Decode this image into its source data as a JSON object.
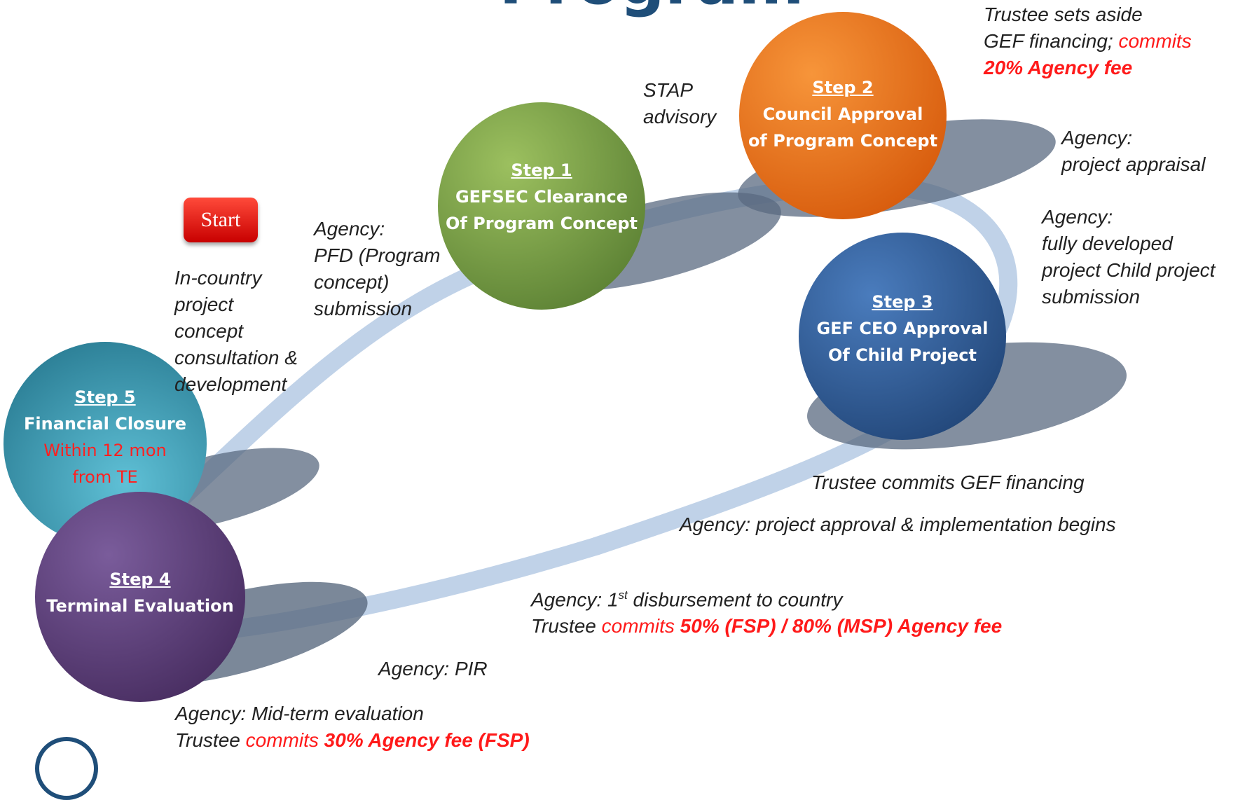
{
  "title": "Program",
  "start_label": "Start",
  "steps": [
    {
      "heading": "Step 1",
      "lines": [
        "GEFSEC Clearance",
        "Of Program Concept"
      ],
      "color": "#7aa14a"
    },
    {
      "heading": "Step 2",
      "lines": [
        "Council Approval",
        "of Program Concept"
      ],
      "color": "#e9731f"
    },
    {
      "heading": "Step 3",
      "lines": [
        "GEF CEO Approval",
        "Of Child Project"
      ],
      "color": "#2f5d9a"
    },
    {
      "heading": "Step 4",
      "lines": [
        "Terminal Evaluation"
      ],
      "color": "#5c3f7a"
    },
    {
      "heading": "Step 5",
      "lines": [
        "Financial Closure"
      ],
      "red_lines": [
        "Within 12 mon",
        "from TE"
      ],
      "color": "#3a9ab2"
    }
  ],
  "annotations": {
    "trustee_sets_aside": {
      "l1": "Trustee sets aside",
      "l2a": "GEF financing; ",
      "l2b": "commits",
      "l3": "20% Agency fee"
    },
    "stap": [
      "STAP",
      "advisory"
    ],
    "appraisal": [
      "Agency:",
      "project appraisal"
    ],
    "child_submission": [
      "Agency:",
      "fully developed",
      "project Child project",
      "submission"
    ],
    "pfd": [
      "Agency:",
      "PFD (Program",
      "concept)",
      "submission"
    ],
    "in_country": [
      "In-country",
      "project",
      "concept",
      "consultation &",
      "development"
    ],
    "trustee_commits_financing": "Trustee commits GEF financing",
    "approval_begins": "Agency: project approval & implementation begins",
    "disbursement": {
      "a": "Agency: 1",
      "sup": "st",
      "b": " disbursement to country",
      "c": "Trustee ",
      "d": "commits ",
      "e": "50% (FSP) / 80% (MSP) Agency fee"
    },
    "pir": "Agency: PIR",
    "midterm": {
      "a": "Agency: Mid-term evaluation",
      "b": "Trustee ",
      "c": "commits ",
      "d": "30% Agency fee (FSP)"
    }
  },
  "colors": {
    "title": "#1f4e79",
    "red": "#ff1a1a",
    "ring": "#b9cde5",
    "shadow": "#5a6a80"
  }
}
